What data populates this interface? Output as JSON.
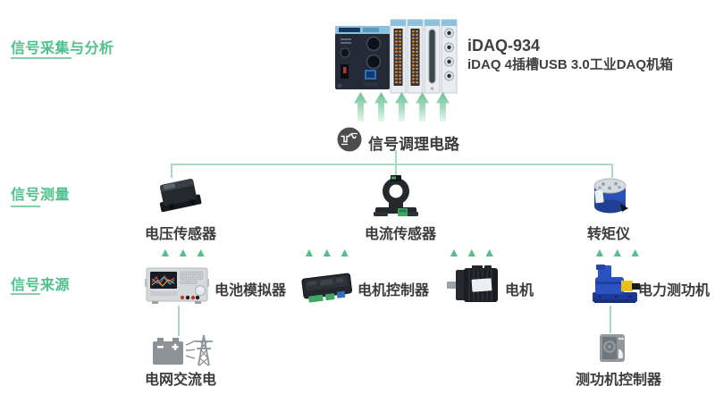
{
  "sections": {
    "acquisition": {
      "label": "信号采集与分析"
    },
    "measurement": {
      "label": "信号测量"
    },
    "source": {
      "label": "信号来源"
    }
  },
  "daq": {
    "title": "iDAQ-934",
    "subtitle": "iDAQ 4插槽USB 3.0工业DAQ机箱",
    "device_icon": "idaq-4-slot-usb-chassis"
  },
  "conditioning": {
    "label": "信号调理电路",
    "icon": "signal-waveform-circle-icon"
  },
  "flow": {
    "up_arrow_count": 5,
    "triangles": "▲▲▲"
  },
  "sensors": [
    {
      "label": "电压传感器",
      "icon": "voltage-sensor-icon"
    },
    {
      "label": "电流传感器",
      "icon": "current-sensor-icon"
    },
    {
      "label": "转矩仪",
      "icon": "torque-meter-icon"
    }
  ],
  "sources": [
    {
      "label": "电池模拟器",
      "icon": "battery-simulator-icon"
    },
    {
      "label": "电机控制器",
      "icon": "motor-controller-icon"
    },
    {
      "label": "电机",
      "icon": "motor-icon"
    },
    {
      "label": "电力测功机",
      "icon": "power-dynamometer-icon"
    }
  ],
  "bottom_items": [
    {
      "label": "电网交流电",
      "icon": "grid-ac-power-icon"
    },
    {
      "label": "测功机控制器",
      "icon": "dyno-controller-icon"
    }
  ],
  "colors": {
    "accent_green": "#4cc18c",
    "line_green": "#a5dcbd",
    "triangle_green": "#5cbd88",
    "arrow_green": "#6bc294",
    "text_dark": "#3c3c3c"
  }
}
